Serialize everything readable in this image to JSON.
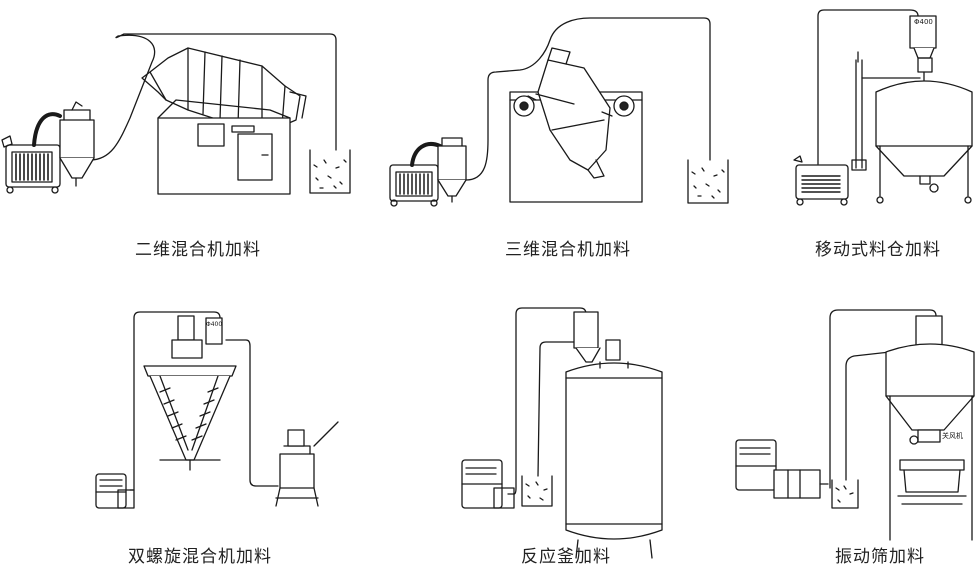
{
  "panels": [
    {
      "id": "twod",
      "caption": "二维混合机加料",
      "label": ""
    },
    {
      "id": "threed",
      "caption": "三维混合机加料",
      "label": ""
    },
    {
      "id": "silo",
      "caption": "移动式料仓加料",
      "label": "Φ400"
    },
    {
      "id": "screw",
      "caption": "双螺旋混合机加料",
      "label": "Φ400"
    },
    {
      "id": "reactor",
      "caption": "反应釜加料",
      "label": ""
    },
    {
      "id": "sieve",
      "caption": "振动筛加料",
      "label": "关风机"
    }
  ],
  "colors": {
    "line": "#1a1a1a",
    "fill": "#ffffff",
    "dark": "#222222"
  }
}
